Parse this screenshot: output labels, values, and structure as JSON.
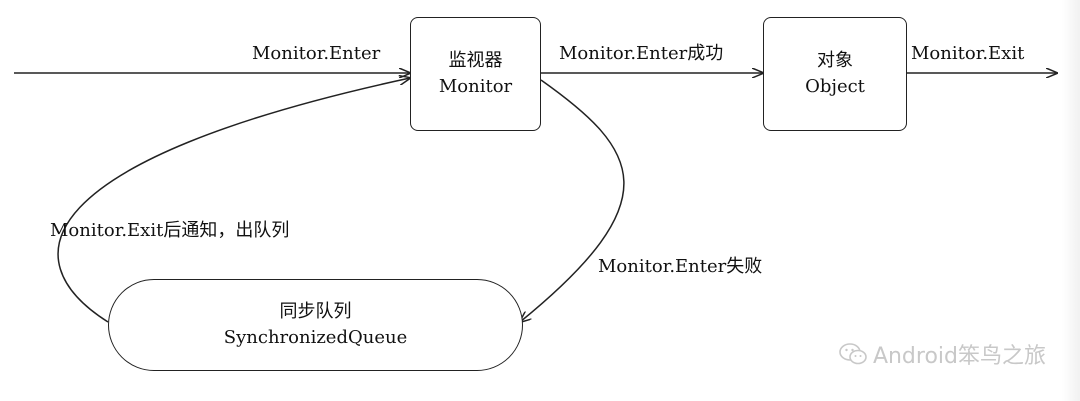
{
  "monitor_box": {
    "line1": "监视器",
    "line2": "Monitor"
  },
  "object_box": {
    "line1": "对象",
    "line2": "Object"
  },
  "queue_box": {
    "line1": "同步队列",
    "line2": "SynchronizedQueue"
  },
  "edges": {
    "enter": "Monitor.Enter",
    "enter_success": "Monitor.Enter成功",
    "exit": "Monitor.Exit",
    "exit_notify": "Monitor.Exit后通知，出队列",
    "enter_fail": "Monitor.Enter失败"
  },
  "watermark": {
    "text": "Android笨鸟之旅",
    "icon": "wechat-icon"
  }
}
